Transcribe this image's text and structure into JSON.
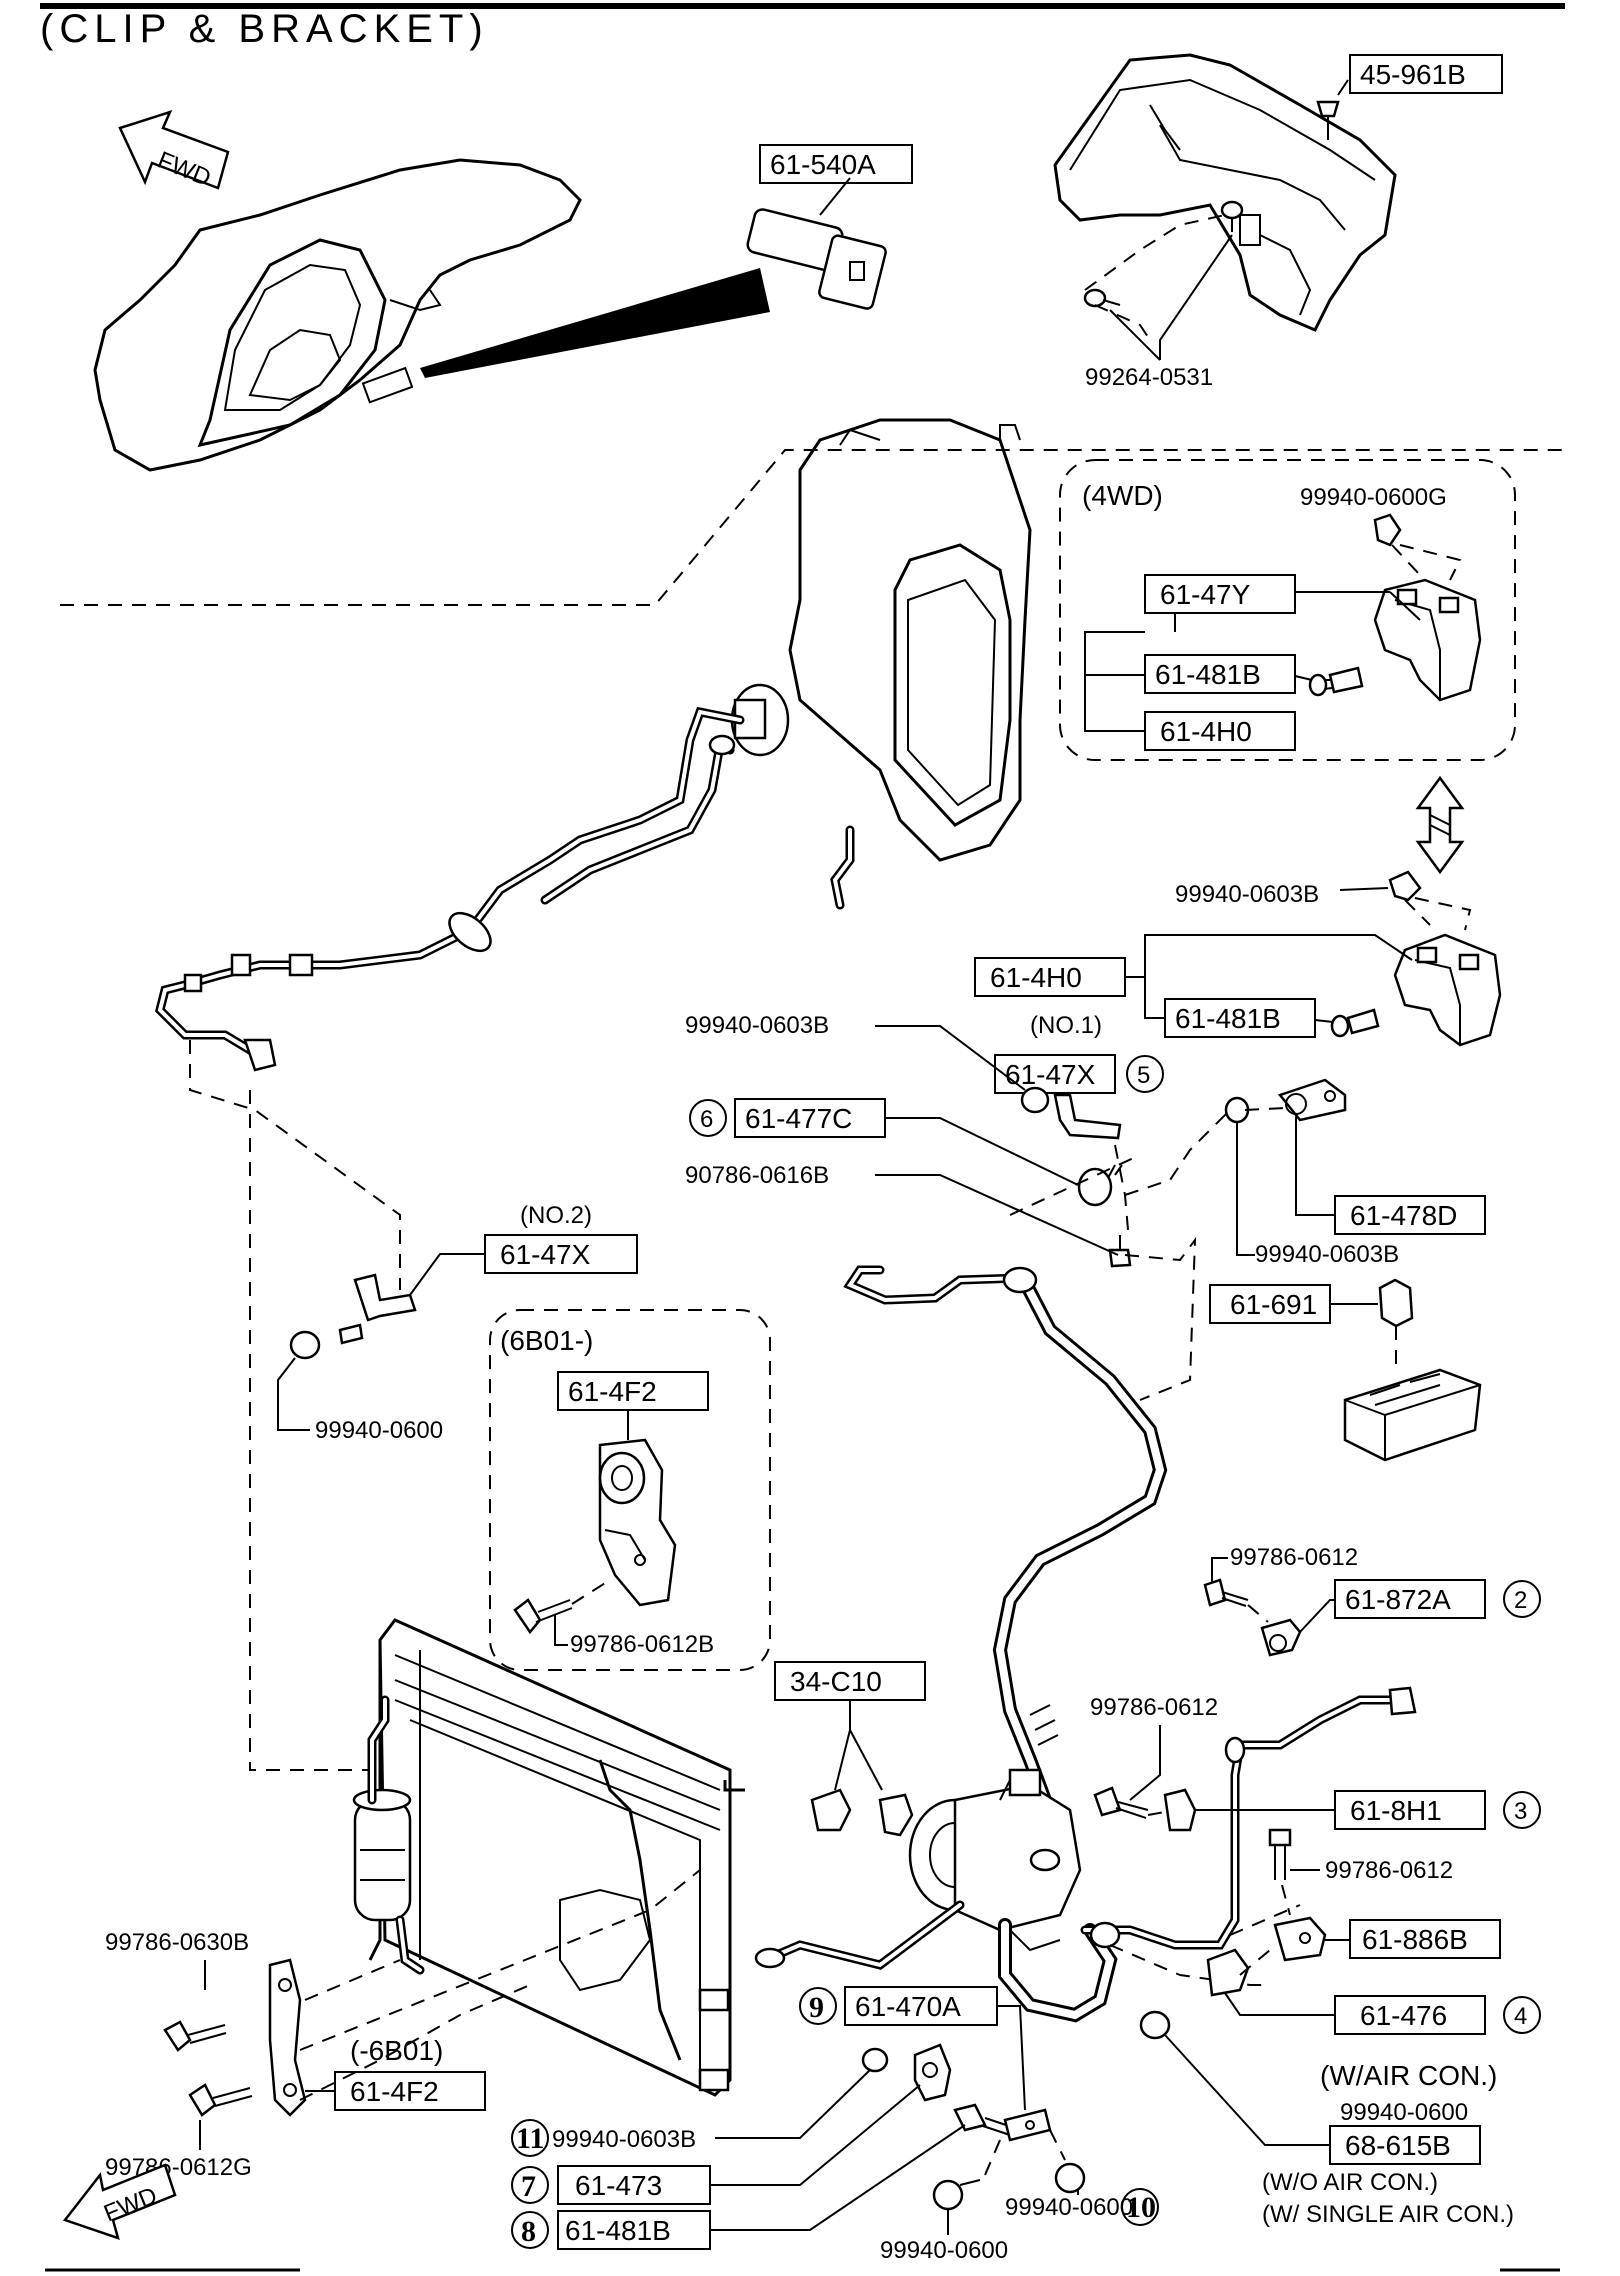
{
  "title": "(CLIP & BRACKET)",
  "fwd_label": "FWD",
  "sections": {
    "s4wd": "(4WD)",
    "s6b01_from": "(6B01-)",
    "s6b01_to": "(-6B01)",
    "no1": "(NO.1)",
    "no2": "(NO.2)",
    "w_aircon": "(W/AIR CON.)",
    "wo_aircon": "(W/O AIR CON.)",
    "w_single": "(W/ SINGLE AIR CON.)"
  },
  "boxed_parts": {
    "p61_540A": "61-540A",
    "p45_961B": "45-961B",
    "p61_47Y": "61-47Y",
    "p61_481B_4wd": "61-481B",
    "p61_4H0_4wd": "61-4H0",
    "p61_4H0": "61-4H0",
    "p61_481B": "61-481B",
    "p61_47X_no1": "61-47X",
    "p61_477C": "61-477C",
    "p61_478D": "61-478D",
    "p61_691": "61-691",
    "p61_47X_no2": "61-47X",
    "p61_4F2": "61-4F2",
    "p61_872A": "61-872A",
    "p34_C10": "34-C10",
    "p61_8H1": "61-8H1",
    "p61_886B": "61-886B",
    "p61_476": "61-476",
    "p68_615B": "68-615B",
    "p61_470A": "61-470A",
    "p61_473": "61-473",
    "p61_481B_low": "61-481B",
    "p61_4F2_low": "61-4F2"
  },
  "callouts": {
    "c2": "2",
    "c3": "3",
    "c4": "4",
    "c5": "5",
    "c6": "6",
    "c7": "7",
    "c8": "8",
    "c9": "9",
    "c10": "10",
    "c11": "11"
  },
  "plain_labels": {
    "l99264_0531": "99264-0531",
    "l99940_0600G": "99940-0600G",
    "l99940_0603B_a": "99940-0603B",
    "l99940_0603B_b": "99940-0603B",
    "l90786_0616B": "90786-0616B",
    "l99940_0603B_c": "99940-0603B",
    "l99940_0600_a": "99940-0600",
    "l99786_0612B": "99786-0612B",
    "l99786_0612_a": "99786-0612",
    "l99786_0612_b": "99786-0612",
    "l99786_0612_c": "99786-0612",
    "l99786_0630B": "99786-0630B",
    "l99786_0612G": "99786-0612G",
    "l99940_0600_b": "99940-0600",
    "l99940_0603B_d": "99940-0603B",
    "l99940_0600_c": "99940-0600",
    "l99940_0600_d": "99940-0600"
  }
}
